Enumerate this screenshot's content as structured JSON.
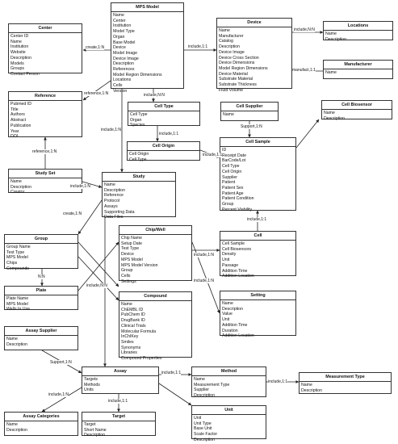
{
  "entities": [
    {
      "id": "center",
      "title": "Center",
      "attributes": [
        "Center ID",
        "Name",
        "Institution",
        "Website",
        "Description",
        "Models",
        "Groups",
        "Contact Person"
      ]
    },
    {
      "id": "mps_model",
      "title": "MPS Model",
      "attributes": [
        "Name",
        "Center",
        "Institution",
        "Model Type",
        "Organ",
        "Base Model",
        "Device",
        "Model Image",
        "Device Image",
        "Description",
        "References",
        "Model Region Dimensions",
        "Locations",
        "Cells",
        "Version"
      ]
    },
    {
      "id": "device",
      "title": "Device",
      "attributes": [
        "Name",
        "Manufacturer",
        "Catalog",
        "Description",
        "Device Image",
        "Device Cross Section",
        "Device Dimensions",
        "Model Region Dimensions",
        "Device Material",
        "Substrate Material",
        "Substrate Thickness",
        "Fluid Volume"
      ]
    },
    {
      "id": "locations",
      "title": "Locations",
      "attributes": [
        "Name",
        "Description"
      ]
    },
    {
      "id": "manufacturer",
      "title": "Manufacturer",
      "attributes": [
        "Name"
      ]
    },
    {
      "id": "reference",
      "title": "Reference",
      "attributes": [
        "Pubmed ID",
        "Title",
        "Authors",
        "Abstract",
        "Publication",
        "Year",
        "DOI"
      ]
    },
    {
      "id": "cell_type",
      "title": "Cell Type",
      "attributes": [
        "Cell Type",
        "Organ",
        "Species"
      ]
    },
    {
      "id": "cell_supplier",
      "title": "Cell Supplier",
      "attributes": [
        "Name"
      ]
    },
    {
      "id": "cell_biosensor",
      "title": "Cell Biosensor",
      "attributes": [
        "Name",
        "Description"
      ]
    },
    {
      "id": "cell_origin",
      "title": "Cell Origin",
      "attributes": [
        "Cell Origin",
        "Cell Type"
      ]
    },
    {
      "id": "cell_sample",
      "title": "Cell Sample",
      "attributes": [
        "ID",
        "Receipt Date",
        "BarCode/Lot",
        "Cell Type",
        "Cell Origin",
        "Supplier",
        "Patient",
        "Patient Sex",
        "Patient Age",
        "Patient Condition",
        "Group",
        "Percent Viability"
      ]
    },
    {
      "id": "study_set",
      "title": "Study Set",
      "attributes": [
        "Name",
        "Description",
        "Creator"
      ]
    },
    {
      "id": "study",
      "title": "Study",
      "attributes": [
        "Name",
        "Description",
        "Reference",
        "Protocol",
        "Assays",
        "Supporting Data",
        "Data Files"
      ]
    },
    {
      "id": "group",
      "title": "Group",
      "attributes": [
        "Group Name",
        "Test Type",
        "MPS Model",
        "Chips",
        "Compounds"
      ]
    },
    {
      "id": "chip_well",
      "title": "Chip/Well",
      "attributes": [
        "Chip Name",
        "Setup Date",
        "Test Type",
        "Device",
        "MPS Model",
        "MPS Model Version",
        "Group",
        "Cells",
        "Settings"
      ]
    },
    {
      "id": "cell",
      "title": "Cell",
      "attributes": [
        "Cell Sample",
        "Cell Biosensors",
        "Density",
        "Unit",
        "Passage",
        "Addition Time",
        "Addition Location"
      ]
    },
    {
      "id": "plate",
      "title": "Plate",
      "attributes": [
        "Plate Name",
        "MPS Model",
        "Wells In Use"
      ]
    },
    {
      "id": "compound",
      "title": "Compound",
      "attributes": [
        "Name",
        "ChEMBL ID",
        "PubChem ID",
        "DrugBank ID",
        "Clinical Trials",
        "Molecular Formula",
        "InChIKey",
        "Smiles",
        "Synonyms",
        "Libraries",
        "Compound Properties"
      ]
    },
    {
      "id": "setting",
      "title": "Setting",
      "attributes": [
        "Name",
        "Description",
        "Value",
        "Unit",
        "Addition Time",
        "Duration",
        "Addition Location"
      ]
    },
    {
      "id": "assay_supplier",
      "title": "Assay Supplier",
      "attributes": [
        "Name",
        "Description"
      ]
    },
    {
      "id": "assay",
      "title": "Assay",
      "attributes": [
        "Targets",
        "Methods",
        "Units"
      ]
    },
    {
      "id": "method",
      "title": "Method",
      "attributes": [
        "Name",
        "Measurement Type",
        "Supplier",
        "Description"
      ]
    },
    {
      "id": "measurement_type",
      "title": "Measurement Type",
      "attributes": [
        "Name",
        "Description"
      ]
    },
    {
      "id": "assay_categories",
      "title": "Assay Categories",
      "attributes": [
        "Name",
        "Description"
      ]
    },
    {
      "id": "target",
      "title": "Target",
      "attributes": [
        "Target",
        "Short Name",
        "Description"
      ]
    },
    {
      "id": "unit",
      "title": "Unit",
      "attributes": [
        "Unit",
        "Unit Type",
        "Base Unit",
        "Scale Factor",
        "Description"
      ]
    }
  ],
  "relationships": [
    {
      "from": "mps_model",
      "to": "center",
      "label": "create,1:N"
    },
    {
      "from": "mps_model",
      "to": "device",
      "label": "include,1:1"
    },
    {
      "from": "device",
      "to": "locations",
      "label": "include,N:N"
    },
    {
      "from": "manufacturer",
      "to": "device",
      "label": "manufact,1:1"
    },
    {
      "from": "mps_model",
      "to": "reference",
      "label": "reference,1:N"
    },
    {
      "from": "mps_model",
      "to": "cell_type",
      "label": "include,N:N"
    },
    {
      "from": "mps_model",
      "to": "study",
      "label": "include,1:N"
    },
    {
      "from": "cell_type",
      "to": "cell_origin",
      "label": "include,1:1"
    },
    {
      "from": "cell_supplier",
      "to": "cell_sample",
      "label": "Support,1:N"
    },
    {
      "from": "cell_sample",
      "to": "cell_biosensor",
      "label": ""
    },
    {
      "from": "cell_origin",
      "to": "cell_sample",
      "label": "include,1:1"
    },
    {
      "from": "study_set",
      "to": "reference",
      "label": "reference,1:N"
    },
    {
      "from": "study_set",
      "to": "study",
      "label": "include,1:N"
    },
    {
      "from": "study",
      "to": "group",
      "label": "create,1:N"
    },
    {
      "from": "group",
      "to": "chip_well",
      "label": ""
    },
    {
      "from": "group",
      "to": "plate",
      "label": "N:N"
    },
    {
      "from": "plate",
      "to": "chip_well",
      "label": ""
    },
    {
      "from": "group",
      "to": "compound",
      "label": "include,N:N"
    },
    {
      "from": "cell",
      "to": "cell_sample",
      "label": "include,1:1"
    },
    {
      "from": "chip_well",
      "to": "cell",
      "label": "include,1:N"
    },
    {
      "from": "chip_well",
      "to": "setting",
      "label": "include,1:N"
    },
    {
      "from": "study",
      "to": "assay",
      "label": ""
    },
    {
      "from": "assay_supplier",
      "to": "assay",
      "label": "Support,1:N"
    },
    {
      "from": "assay",
      "to": "method",
      "label": "include,1:1"
    },
    {
      "from": "method",
      "to": "measurement_type",
      "label": "include,1:1"
    },
    {
      "from": "assay",
      "to": "assay_categories",
      "label": "include,1:N"
    },
    {
      "from": "assay",
      "to": "target",
      "label": "include,1:1"
    },
    {
      "from": "assay",
      "to": "unit",
      "label": ""
    }
  ]
}
